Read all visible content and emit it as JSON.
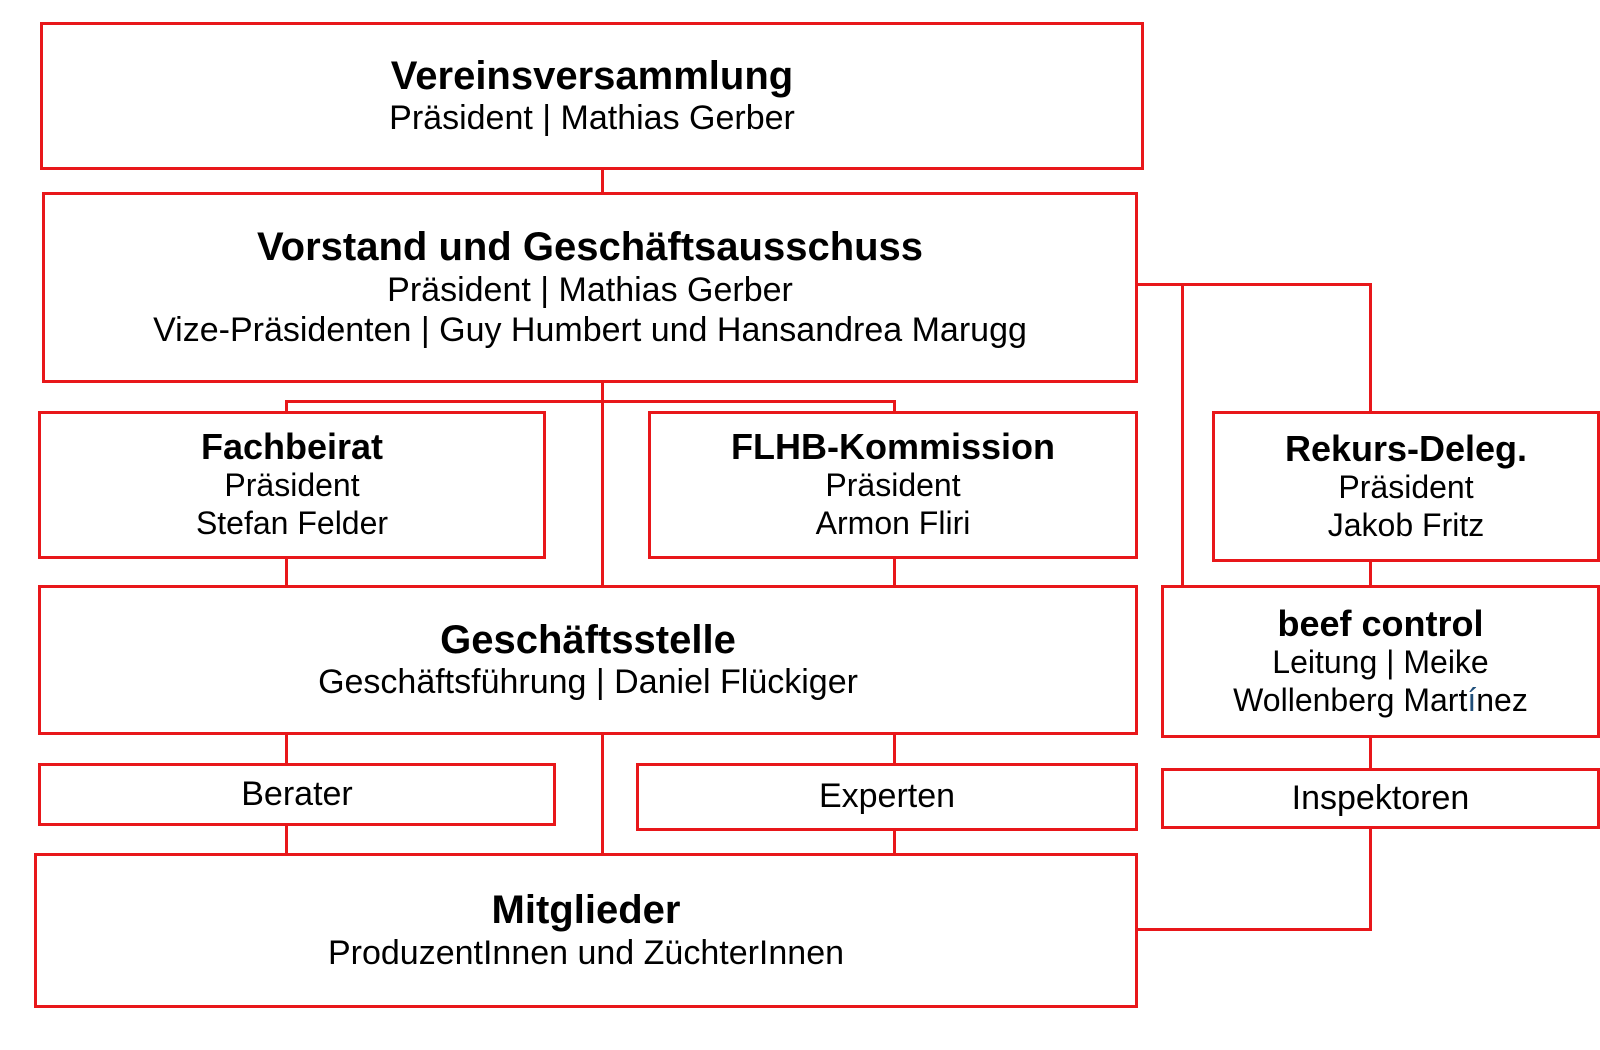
{
  "meta": {
    "title": "Organigramm Verein",
    "accent_color": "#e8171a",
    "text_color": "#000000",
    "background": "#ffffff",
    "accent_letter_color": "#1f4e79"
  },
  "nodes": {
    "vereinsversammlung": {
      "title": "Vereinsversammlung",
      "lines": [
        "Präsident | Mathias Gerber"
      ]
    },
    "vorstand": {
      "title": "Vorstand und Geschäftsausschuss",
      "lines": [
        "Präsident | Mathias Gerber",
        "Vize-Präsidenten | Guy Humbert und Hansandrea Marugg"
      ]
    },
    "fachbeirat": {
      "title": "Fachbeirat",
      "lines": [
        "Präsident",
        "Stefan Felder"
      ]
    },
    "flhb_kommission": {
      "title": "FLHB-Kommission",
      "lines": [
        "Präsident",
        "Armon Fliri"
      ]
    },
    "rekurs_deleg": {
      "title": "Rekurs-Deleg.",
      "lines": [
        "Präsident",
        "Jakob Fritz"
      ]
    },
    "geschaeftsstelle": {
      "title": "Geschäftsstelle",
      "lines": [
        "Geschäftsführung | Daniel Flückiger"
      ]
    },
    "beef_control": {
      "title": "beef control",
      "lines": [
        "Leitung | Meike",
        "Wollenberg Martínez"
      ],
      "line2_parts": {
        "before": "Wollenberg Mart",
        "accent": "í",
        "after": "nez"
      }
    },
    "berater": {
      "title": "Berater"
    },
    "experten": {
      "title": "Experten"
    },
    "inspektoren": {
      "title": "Inspektoren"
    },
    "mitglieder": {
      "title": "Mitglieder",
      "lines": [
        "ProduzentInnen und ZüchterInnen"
      ]
    }
  }
}
